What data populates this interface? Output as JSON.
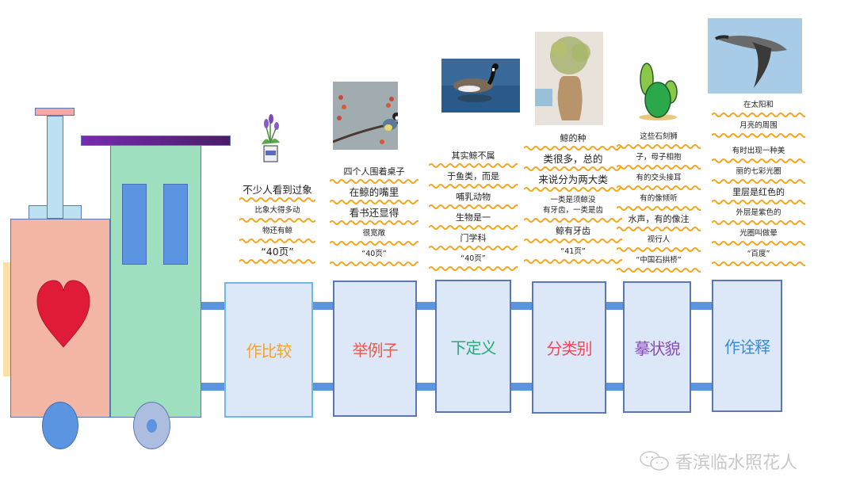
{
  "diagram": {
    "type": "train-infographic",
    "description": "Train with engine and six carriages, each labeled with an explanatory writing method and example excerpts",
    "colors": {
      "wave": "#f5a623",
      "carriage_fill": "#dce8f8",
      "carriage_border": "#5b78b5",
      "connector": "#5b94e0",
      "engine_body": "#f4b6a4",
      "cab": "#9edfc0",
      "heart": "#e01b38",
      "roof_start": "#7a2ab0",
      "roof_end": "#4a1c6a"
    }
  },
  "carriages": [
    {
      "label": "作比较",
      "color": "#f5a030",
      "image": "purple-flower-pot",
      "lines": [
        "不少人看到过象",
        "比象大得多动",
        "物还有鲸",
        "“40页”"
      ]
    },
    {
      "label": "举例子",
      "color": "#e85a4a",
      "image": "bird-on-branch",
      "lines": [
        "四个人围着桌子",
        "在鲸的嘴里",
        "看书还显得",
        "很宽敞",
        "“40页”"
      ]
    },
    {
      "label": "下定义",
      "color": "#2aa876",
      "image": "goose-on-water",
      "lines": [
        "其实鲸不属",
        "于鱼类，而是",
        "哺乳动物",
        "生物是一",
        "门学科",
        "“40页”"
      ]
    },
    {
      "label": "分类别",
      "color": "#e84a5a",
      "image": "flower-vase",
      "lines": [
        "鲸的种",
        "类很多，总的",
        "来说分为两大类",
        "一类是须鲸没",
        "有牙齿，一类是齿",
        "鲸有牙齿",
        "“41页”"
      ]
    },
    {
      "label": "摹状貌",
      "color": "#8a4ab8",
      "image": "cactus",
      "lines": [
        "这些石刻狮",
        "子，母子相抱",
        "有的交头接耳",
        "有的像倾听",
        "水声，有的像注",
        "视行人",
        "“中国石拱桥”"
      ]
    },
    {
      "label": "作诠释",
      "color": "#3a8ad8",
      "image": "flying-goose",
      "lines": [
        "在太阳和",
        "月亮的周围",
        "有时出现一种美",
        "丽的七彩光圈",
        "里层是红色的",
        "外层是紫色的",
        "光圈叫做晕",
        "“百度”"
      ]
    }
  ],
  "watermark": {
    "icon": "wechat-icon",
    "text": "香滨临水照花人"
  }
}
